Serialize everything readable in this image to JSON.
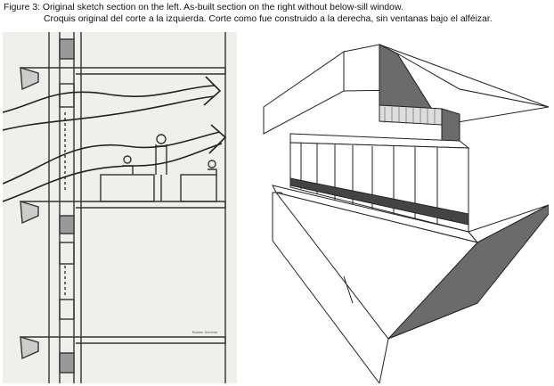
{
  "figure": {
    "caption_line_1": "Figure 3: Original sketch section on the left. As-built section on the right without below-sill window.",
    "caption_line_2": "Croquis original del corte a la izquierda. Corte como fue construido a la derecha, sin ventanas bajo el alféizar."
  },
  "sketch": {
    "signature_text": "Builder Scheme"
  },
  "colors": {
    "paper": "#efefec",
    "ink": "#333333",
    "shadow": "#6b6b6b"
  }
}
